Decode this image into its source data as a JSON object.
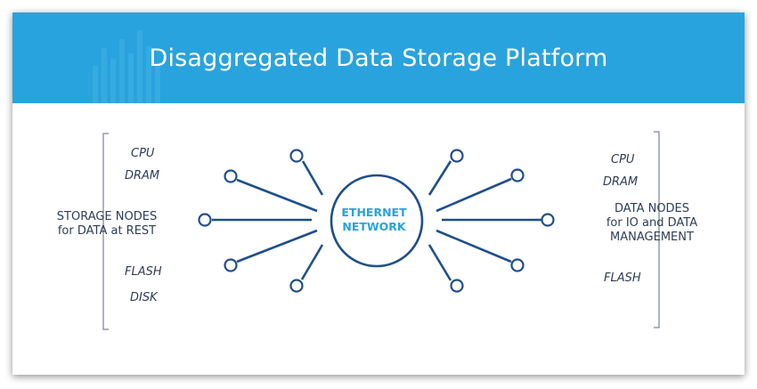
{
  "title": "Disaggregated Data Storage Platform",
  "hub": {
    "line1": "ETHERNET",
    "line2": "NETWORK"
  },
  "left": {
    "cpu": "CPU",
    "dram": "DRAM",
    "label_line1": "STORAGE NODES",
    "label_line2": "for DATA at REST",
    "flash": "FLASH",
    "disk": "DISK"
  },
  "right": {
    "cpu": "CPU",
    "dram": "DRAM",
    "label_line1": "DATA NODES",
    "label_line2": "for IO and DATA",
    "label_line3": "MANAGEMENT",
    "flash": "FLASH"
  },
  "colors": {
    "banner": "#29a3dd",
    "network_lines": "#1f4f8a",
    "hub_text": "#29a3dd",
    "body_text": "#2e3d55"
  }
}
